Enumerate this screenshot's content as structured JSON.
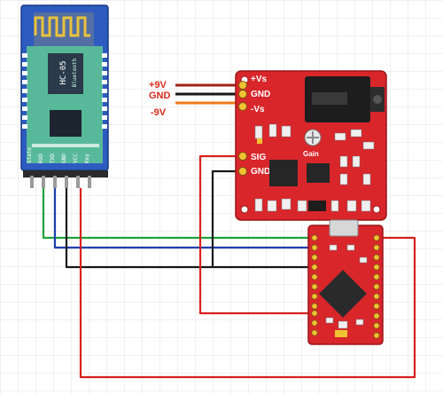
{
  "bluetooth": {
    "model": "HC-05",
    "sub": "Bluetooth",
    "pins": [
      "State",
      "RXD",
      "TXD",
      "GND",
      "VCC",
      "Key"
    ]
  },
  "supply": {
    "labels": [
      "+9V",
      "GND",
      "-9V"
    ],
    "label_color": "#d62b1c"
  },
  "amp": {
    "pins": [
      "+Vs",
      "GND",
      "-Vs",
      "SIG",
      "GND"
    ],
    "gain": "Gain"
  },
  "wires": {
    "red": "#d8211c",
    "green": "#1ea23a",
    "blue": "#1f3fb0",
    "black": "#161616",
    "orange": "#ef7a1a",
    "darkred": "#a0221a"
  },
  "colors": {
    "bt_board": "#58b99a",
    "bt_module": "#2a4fb6",
    "pcb_red": "#d9262b",
    "pcb_dark": "#b11a1f"
  }
}
